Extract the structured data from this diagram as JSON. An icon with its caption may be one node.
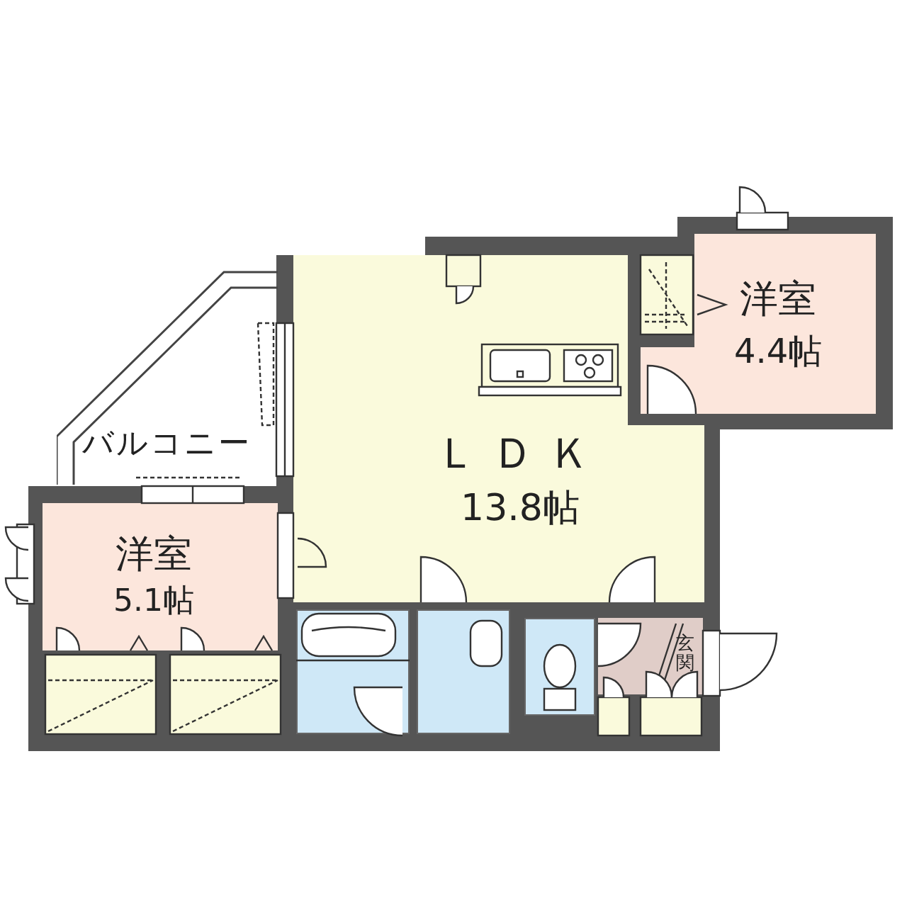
{
  "diagram": {
    "nodes": [
      {
        "text": [
          "ＬＤＫ",
          "13.8帖"
        ]
      },
      {
        "text": [
          "洋室",
          "4.4帖"
        ]
      },
      {
        "text": [
          "バルコニー"
        ]
      },
      {
        "text": [
          "洋室",
          "5.1帖"
        ]
      },
      {
        "text": [],
        "shape": "box"
      },
      {
        "text": [],
        "shape": "box"
      },
      {
        "text": [],
        "shape": "box"
      },
      {
        "text": [
          "玄関"
        ]
      }
    ]
  }
}
